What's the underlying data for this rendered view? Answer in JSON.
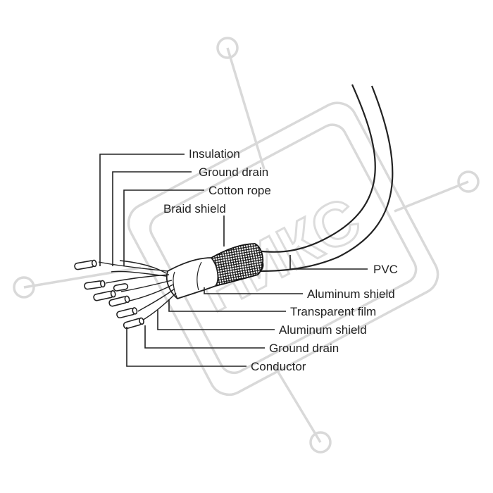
{
  "diagram": {
    "labels": {
      "insulation": "Insulation",
      "ground_drain_top": "Ground drain",
      "cotton_rope": "Cotton rope",
      "braid_shield": "Braid shield",
      "pvc": "PVC",
      "aluminum_shield_outer": "Aluminum shield",
      "transparent_film": "Transparent film",
      "aluminum_shield_inner": "Aluminum shield",
      "ground_drain_bottom": "Ground drain",
      "conductor": "Conductor"
    },
    "watermark_text": "НИКС"
  },
  "colors": {
    "ink": "#222222",
    "watermark": "#d9d9d9",
    "background": "#ffffff"
  }
}
